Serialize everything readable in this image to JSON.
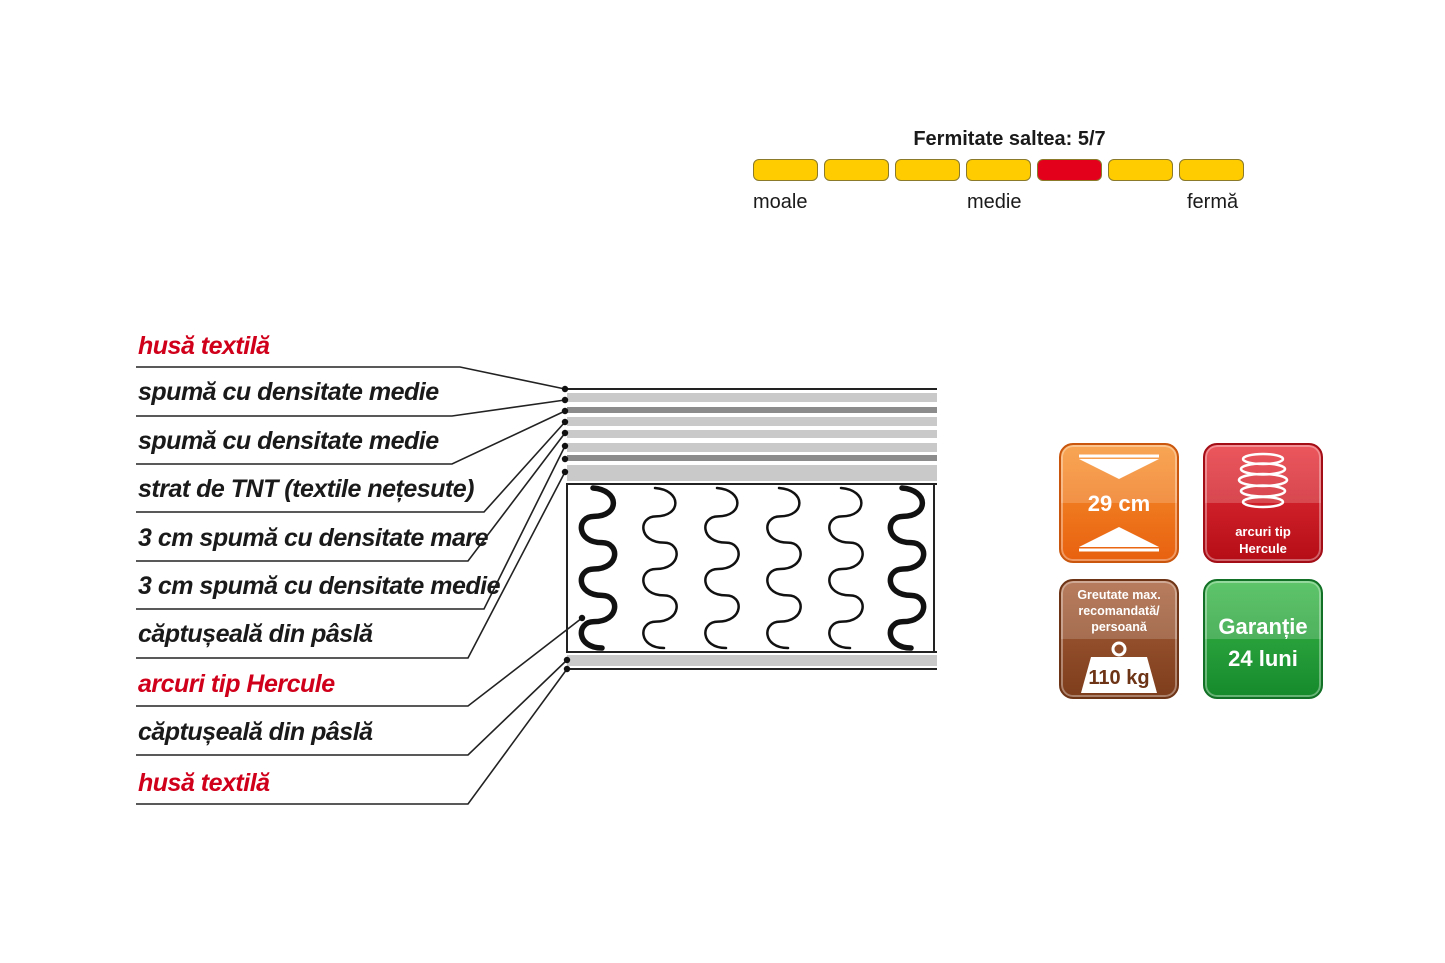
{
  "firmness": {
    "title": "Fermitate saltea: 5/7",
    "level": 5,
    "max": 7,
    "scale_labels": {
      "soft": "moale",
      "medium": "medie",
      "firm": "fermă"
    },
    "colors": {
      "segment": "#ffcc00",
      "active": "#e3001b"
    }
  },
  "layers": [
    {
      "text": "husă textilă",
      "color": "red"
    },
    {
      "text": "spumă cu densitate medie",
      "color": "black"
    },
    {
      "text": "spumă cu densitate medie",
      "color": "black"
    },
    {
      "text": "strat de TNT (textile nețesute)",
      "color": "black"
    },
    {
      "text": "3 cm spumă cu densitate mare",
      "color": "black"
    },
    {
      "text": "3 cm spumă cu densitate medie",
      "color": "black"
    },
    {
      "text": "căptușeală din pâslă",
      "color": "black"
    },
    {
      "text": "arcuri tip Hercule",
      "color": "red"
    },
    {
      "text": "căptușeală din pâslă",
      "color": "black"
    },
    {
      "text": "husă textilă",
      "color": "red"
    }
  ],
  "badges": {
    "height": {
      "value": "29 cm",
      "icon": "height-arrows-icon",
      "color": "#f07b1f"
    },
    "springs": {
      "line1": "arcuri tip",
      "line2": "Hercule",
      "icon": "spring-icon",
      "color": "#d61f28"
    },
    "weight": {
      "line1": "Greutate max.",
      "line2": "recomandată/",
      "line3": "persoană",
      "value": "110 kg",
      "icon": "weight-icon",
      "color": "#954d2a"
    },
    "warranty": {
      "line1": "Garanție",
      "line2": "24 luni",
      "color": "#25a13a"
    }
  }
}
